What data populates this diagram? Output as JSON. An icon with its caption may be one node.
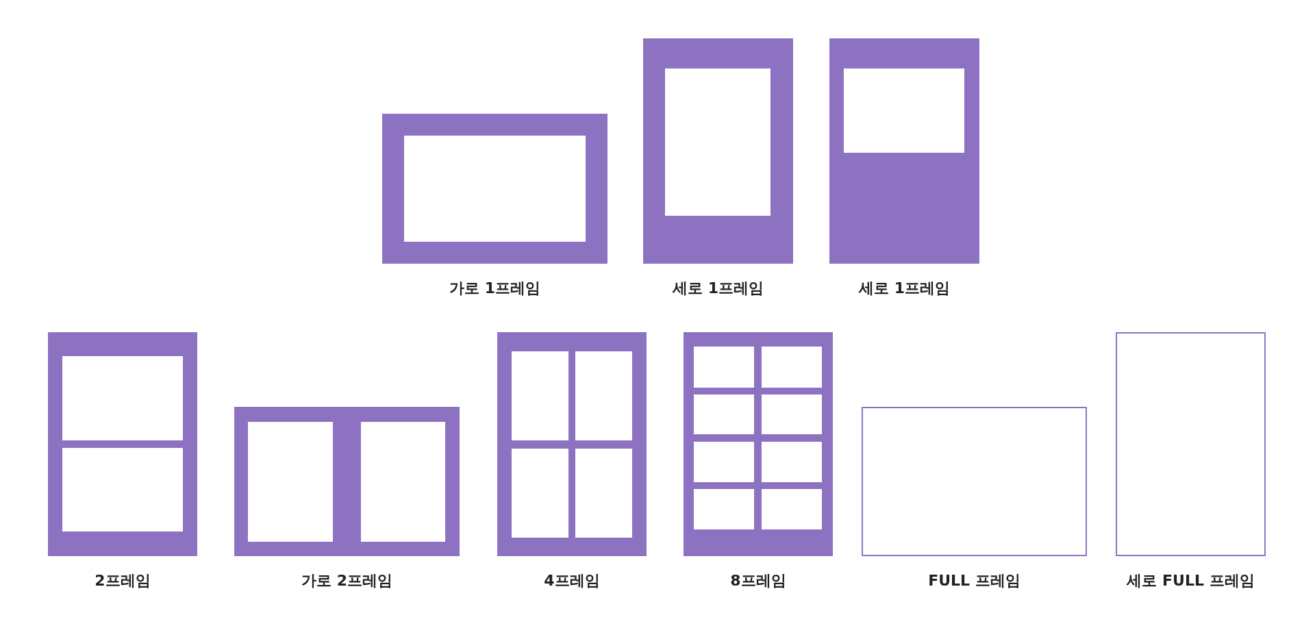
{
  "diagram": {
    "nodes": [
      {
        "text": [],
        "shape": "box",
        "beside": [
          "가로 1프레임"
        ]
      },
      {
        "text": [],
        "shape": "box",
        "in": 0
      },
      {
        "text": [],
        "shape": "box",
        "beside": [
          "세로 1프레임"
        ]
      },
      {
        "text": [],
        "shape": "box",
        "in": 2
      },
      {
        "text": [],
        "shape": "box",
        "beside": [
          "세로 1프레임"
        ]
      },
      {
        "text": [],
        "shape": "box",
        "in": 4
      },
      {
        "text": [],
        "shape": "box",
        "beside": [
          "2프레임"
        ]
      },
      {
        "text": [],
        "shape": "box",
        "in": 6
      },
      {
        "text": [],
        "shape": "box",
        "in": 6
      },
      {
        "text": [],
        "shape": "box",
        "beside": [
          "가로 2프레임"
        ]
      },
      {
        "text": [],
        "shape": "box",
        "in": 9
      },
      {
        "text": [],
        "shape": "box",
        "in": 9
      },
      {
        "text": [],
        "shape": "box",
        "beside": [
          "4프레임"
        ]
      },
      {
        "text": [],
        "shape": "box",
        "in": 12
      },
      {
        "text": [],
        "shape": "box",
        "in": 12
      },
      {
        "text": [],
        "shape": "box",
        "in": 12
      },
      {
        "text": [],
        "shape": "box",
        "in": 12
      },
      {
        "text": [],
        "shape": "box",
        "beside": [
          "8프레임"
        ]
      },
      {
        "text": [],
        "shape": "box",
        "in": 17
      },
      {
        "text": [],
        "shape": "box",
        "in": 17
      },
      {
        "text": [],
        "shape": "box",
        "in": 17
      },
      {
        "text": [],
        "shape": "box",
        "in": 17
      },
      {
        "text": [],
        "shape": "box",
        "in": 17
      },
      {
        "text": [],
        "shape": "box",
        "in": 17
      },
      {
        "text": [],
        "shape": "box",
        "in": 17
      },
      {
        "text": [],
        "shape": "box",
        "in": 17
      },
      {
        "text": [],
        "shape": "box",
        "beside": [
          "FULL 프레임"
        ]
      },
      {
        "text": [],
        "shape": "box",
        "beside": [
          "세로 FULL 프레임"
        ]
      }
    ]
  }
}
